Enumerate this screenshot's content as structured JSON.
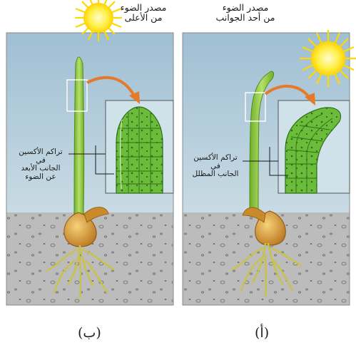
{
  "panel_b": {
    "source_line1": "مصدر الضوء",
    "source_line2": "من الأعلى",
    "auxin_line1": "تراكم الأكسين",
    "auxin_line2": "في",
    "auxin_line3": "الجانب الأبعد",
    "auxin_line4": "عن الضوء",
    "letter": "(ب)"
  },
  "panel_a": {
    "source_line1": "مصدر الضوء",
    "source_line2": "من أحد الجوانب",
    "auxin_line1": "تراكم الأكسين",
    "auxin_line2": "في",
    "auxin_line3": "الجانب المظلل",
    "letter": "(أ)"
  },
  "colors": {
    "sky": "#a9c6d8",
    "soil": "#bdbdbd",
    "stem": "#8dc63f",
    "cell_green": "#5aa832",
    "bulb": "#d79a2c",
    "sun": "#ffe600",
    "arrow": "#e57a2a"
  }
}
